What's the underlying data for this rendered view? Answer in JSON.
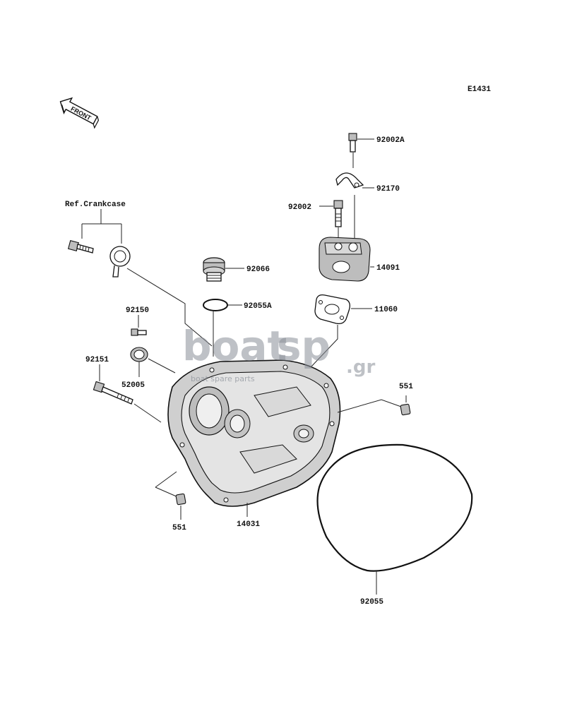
{
  "diagram": {
    "code": "E1431",
    "front_label": "FRONT",
    "ref_label": "Ref.Crankcase",
    "watermark": {
      "brand_part1": "boat",
      "brand_part2": "sp",
      "suffix": ".gr",
      "tagline": "boat spare parts"
    },
    "parts": {
      "bolt_top": "92002A",
      "clamp": "92170",
      "bolt_mid": "92002",
      "housing": "14091",
      "plug": "92066",
      "oring": "92055A",
      "gasket_small": "11060",
      "bolt_small": "92150",
      "seal": "52005",
      "bolt_long": "92151",
      "dowel_right": "551",
      "dowel_left": "551",
      "cover": "14031",
      "gasket_large": "92055"
    }
  }
}
